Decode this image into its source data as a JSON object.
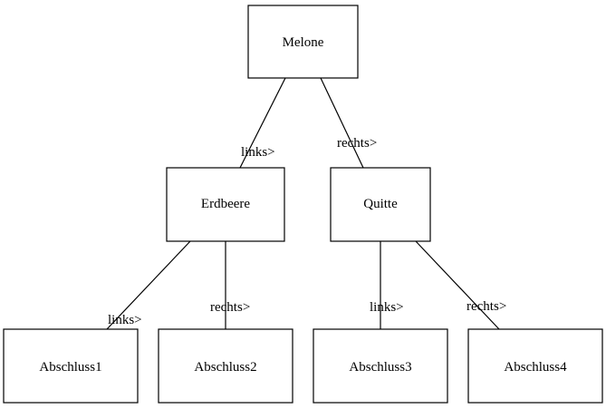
{
  "nodes": {
    "root": "Melone",
    "left": "Erdbeere",
    "right": "Quitte",
    "leaf1": "Abschluss1",
    "leaf2": "Abschluss2",
    "leaf3": "Abschluss3",
    "leaf4": "Abschluss4"
  },
  "edges": {
    "root_left": "links>",
    "root_right": "rechts>",
    "left_leaf1": "links>",
    "left_leaf2": "rechts>",
    "right_leaf3": "links>",
    "right_leaf4": "rechts>"
  }
}
